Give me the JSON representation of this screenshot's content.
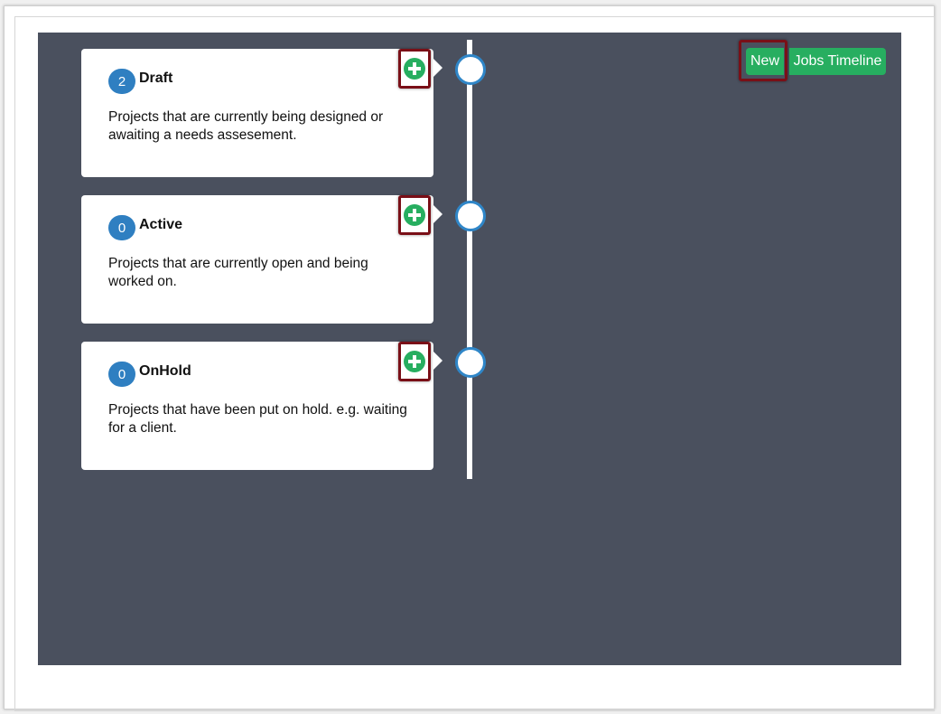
{
  "toolbar": {
    "new_label": "New",
    "jobs_timeline_label": "Jobs Timeline"
  },
  "stages": [
    {
      "count": "2",
      "title": "Draft",
      "description": "Projects that are currently being designed or awaiting a needs assesement."
    },
    {
      "count": "0",
      "title": "Active",
      "description": "Projects that are currently open and being worked on."
    },
    {
      "count": "0",
      "title": "OnHold",
      "description": "Projects that have been put on hold. e.g. waiting for a client."
    }
  ],
  "colors": {
    "panel_background": "#4a505e",
    "accent_green": "#27ae60",
    "badge_blue": "#2f7fc1",
    "node_border": "#2f86c8",
    "highlight_border": "#7a0f17"
  },
  "icons": {
    "add": "plus-circle-icon"
  }
}
